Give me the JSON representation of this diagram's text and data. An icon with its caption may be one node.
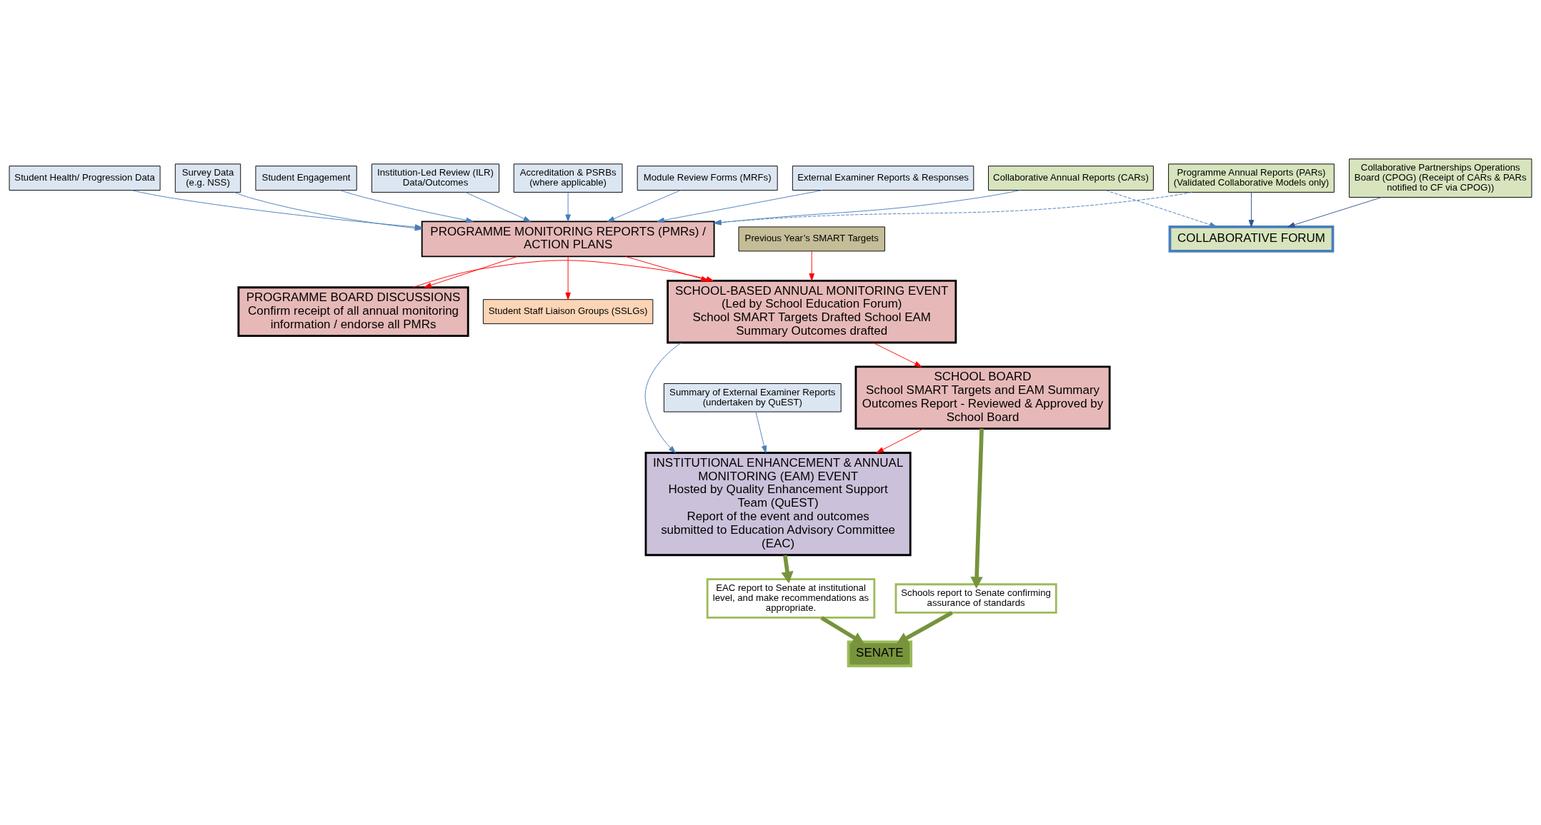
{
  "diagram": {
    "nodes": [
      {
        "text": [
          "Collaborative Annual Reports (CARs)"
        ]
      },
      {
        "text": [
          "Module Review Forms (MRFs)"
        ]
      },
      {
        "text": [
          "External Examiner Reports & Responses"
        ]
      },
      {
        "text": [
          "Student Health/ Progression Data"
        ]
      },
      {
        "text": [
          "Survey Data",
          "(e.g. NSS)"
        ]
      },
      {
        "text": [
          "Student Engagement"
        ]
      },
      {
        "text": [
          "Programme Annual Reports (PARs) (Validated Collaborative Models only)"
        ]
      },
      {
        "text": [
          "PROGRAMME MONITORING REPORTS (PMRs) / ACTION PLANS"
        ]
      },
      {
        "text": [
          "Institution-Led Review (ILR) Data/Outcomes"
        ]
      },
      {
        "text": [
          "Collaborative Partnerships Operations Board (CPOG) (Receipt of CARs & PARs notified to CF via CPOG))"
        ]
      },
      {
        "text": [
          "Accreditation & PSRBs",
          "(where applicable)"
        ]
      },
      {
        "text": [
          "PROGRAMME BOARD DISCUSSIONS",
          "Confirm receipt of all annual monitoring information / endorse all PMRs"
        ]
      },
      {
        "text": [
          "SCHOOL-BASED ANNUAL MONITORING EVENT",
          "(Led by School Education Forum)",
          "School SMART Targets Drafted School EAM Summary Outcomes drafted"
        ]
      },
      {
        "text": [
          "Student Staff Liaison Groups (SSLGs)"
        ]
      },
      {
        "text": [
          "COLLABORATIVE FORUM"
        ]
      },
      {
        "text": [
          "Previous Year’s SMART Targets"
        ]
      },
      {
        "text": [
          "Schools report to Senate confirming assurance of standards"
        ]
      },
      {
        "text": [
          "SENATE"
        ]
      },
      {
        "text": [
          "SCHOOL BOARD",
          "School SMART Targets and EAM Summary Outcomes Report - Reviewed & Approved by School Board"
        ]
      },
      {
        "text": [
          "Summary of External Examiner Reports",
          "(undertaken by QuEST)"
        ]
      },
      {
        "text": [
          "INSTITUTIONAL ENHANCEMENT & ANNUAL MONITORING (EAM) EVENT",
          "Hosted by Quality Enhancement Support Team (QuEST)",
          "Report of the event and outcomes submitted to Education Advisory Committee (EAC)"
        ]
      },
      {
        "text": [
          "EAC report to Senate at institutional level, and make recommendations as appropriate."
        ]
      }
    ],
    "edges": [
      {
        "from": 0,
        "to": 7,
        "arrow": "to"
      },
      {
        "from": 1,
        "to": 7,
        "arrow": "to"
      },
      {
        "from": 2,
        "to": 7,
        "arrow": "to"
      },
      {
        "from": 3,
        "to": 7,
        "arrow": "to"
      },
      {
        "from": 4,
        "to": 7,
        "arrow": "to"
      },
      {
        "from": 5,
        "to": 7,
        "arrow": "to"
      },
      {
        "from": 6,
        "to": 7,
        "arrow": "to",
        "style": "dashed"
      },
      {
        "from": 8,
        "to": 7,
        "arrow": "to"
      },
      {
        "from": 10,
        "to": 7,
        "arrow": "to"
      },
      {
        "from": 0,
        "to": 14,
        "arrow": "to",
        "style": "dashed"
      },
      {
        "from": 6,
        "to": 14,
        "arrow": "to",
        "color": "#2f5597"
      },
      {
        "from": 9,
        "to": 14,
        "arrow": "to",
        "color": "#2f5597"
      },
      {
        "from": 7,
        "to": 13,
        "arrow": "to",
        "color": "#ff0000"
      },
      {
        "from": 7,
        "to": 11,
        "arrow": "to",
        "color": "#ff0000"
      },
      {
        "from": 7,
        "to": 12,
        "arrow": "to",
        "color": "#ff0000"
      },
      {
        "from": 11,
        "to": 12,
        "arrow": "to",
        "color": "#ff0000"
      },
      {
        "from": 15,
        "to": 12,
        "arrow": "to",
        "color": "#ff0000"
      },
      {
        "from": 12,
        "to": 18,
        "arrow": "to",
        "color": "#ff0000"
      },
      {
        "from": 18,
        "to": 20,
        "arrow": "to",
        "color": "#ff0000"
      },
      {
        "from": 12,
        "to": 20,
        "arrow": "to"
      },
      {
        "from": 19,
        "to": 20,
        "arrow": "to"
      },
      {
        "from": 18,
        "to": 16,
        "arrow": "to",
        "style": "thick",
        "color": "#77933c"
      },
      {
        "from": 16,
        "to": 17,
        "arrow": "to",
        "style": "thick",
        "color": "#77933c"
      },
      {
        "from": 20,
        "to": 21,
        "arrow": "to",
        "style": "thick",
        "color": "#77933c"
      },
      {
        "from": 21,
        "to": 17,
        "arrow": "to",
        "style": "thick",
        "color": "#77933c"
      }
    ]
  }
}
